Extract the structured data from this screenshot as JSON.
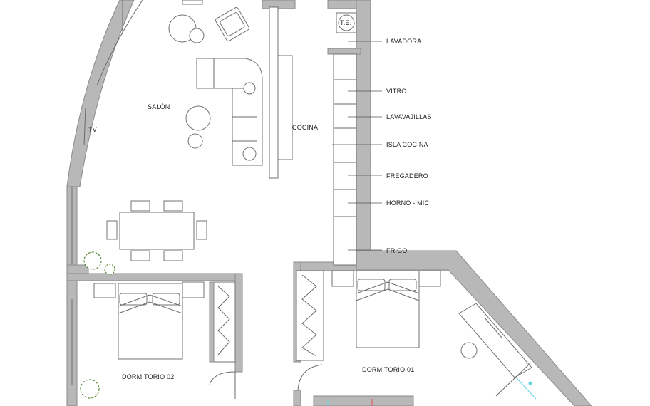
{
  "rooms": {
    "salon": "SALÓN",
    "cocina": "COCINA",
    "tv": "TV",
    "dormitorio_02": "DORMITORIO 02",
    "dormitorio_01": "DORMITORIO 01",
    "te": "T.E."
  },
  "kitchen_callouts": [
    "LAVADORA",
    "VITRO",
    "LAVAVAJILLAS",
    "ISLA COCINA",
    "FREGADERO",
    "HORNO - MIC",
    "FRIGO"
  ],
  "colors": {
    "wall": "#b8b8b8",
    "line": "#6a6a6a",
    "plant": "#5a8a3a",
    "accent_cyan": "#5fd0e0",
    "accent_red": "#e05050"
  }
}
